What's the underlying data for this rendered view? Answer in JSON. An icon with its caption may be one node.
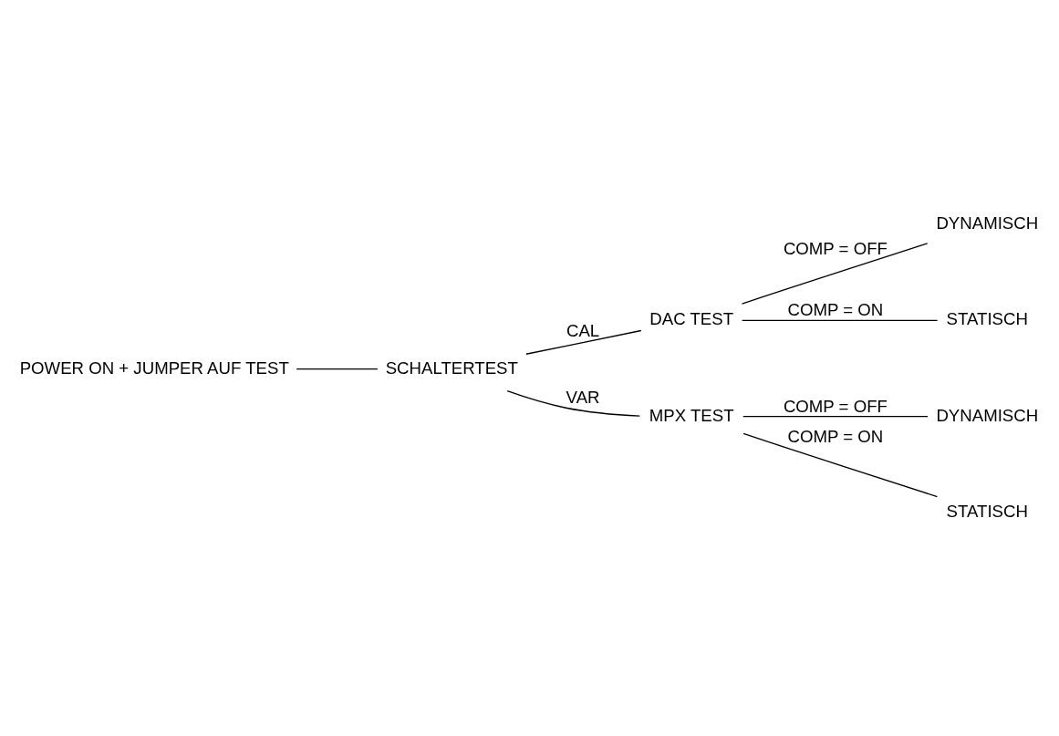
{
  "diagram": {
    "nodes": [
      {
        "text": [
          "POWER ON + JUMPER AUF TEST"
        ]
      },
      {
        "text": [
          "SCHALTERTEST"
        ]
      },
      {
        "text": [
          "DAC TEST"
        ]
      },
      {
        "text": [
          "DYNAMISCH"
        ]
      },
      {
        "text": [
          "STATISCH"
        ]
      },
      {
        "text": [
          "MPX TEST"
        ]
      },
      {
        "text": [
          "DYNAMISCH"
        ]
      },
      {
        "text": [
          "STATISCH"
        ]
      }
    ],
    "edges": [
      {
        "from": 0,
        "to": 1,
        "arrow": "none"
      },
      {
        "from": 1,
        "to": 2,
        "arrow": "none",
        "label": "CAL"
      },
      {
        "from": 2,
        "to": 3,
        "arrow": "none",
        "label": "COMP = OFF"
      },
      {
        "from": 2,
        "to": 4,
        "arrow": "none",
        "label": "COMP = ON"
      },
      {
        "from": 1,
        "to": 5,
        "arrow": "none",
        "label": "VAR"
      },
      {
        "from": 5,
        "to": 6,
        "arrow": "none",
        "label": "COMP = OFF"
      },
      {
        "from": 5,
        "to": 7,
        "arrow": "none",
        "label": "COMP = ON"
      }
    ]
  }
}
